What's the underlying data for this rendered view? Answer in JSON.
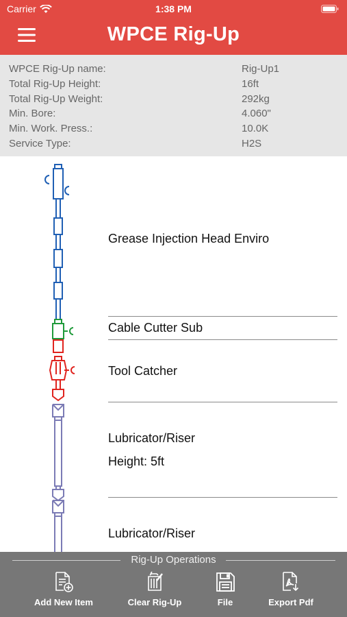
{
  "status": {
    "carrier": "Carrier",
    "time": "1:38 PM"
  },
  "nav": {
    "title": "WPCE Rig-Up"
  },
  "info": {
    "rows": [
      {
        "label": "WPCE Rig-Up name:",
        "value": "Rig-Up1"
      },
      {
        "label": "Total Rig-Up Height:",
        "value": "16ft"
      },
      {
        "label": "Total Rig-Up Weight:",
        "value": "292kg"
      },
      {
        "label": "Min. Bore:",
        "value": "4.060\""
      },
      {
        "label": "Min. Work. Press.:",
        "value": "10.0K"
      },
      {
        "label": "Service Type:",
        "value": "H2S"
      }
    ]
  },
  "items": [
    {
      "name": "Grease Injection Head Enviro"
    },
    {
      "name": "Cable Cutter Sub"
    },
    {
      "name": "Tool Catcher"
    },
    {
      "name": "Lubricator/Riser",
      "height": "Height: 5ft"
    },
    {
      "name": "Lubricator/Riser"
    }
  ],
  "toolbar": {
    "title": "Rig-Up Operations",
    "add_label": "Add New Item",
    "clear_label": "Clear Rig-Up",
    "file_label": "File",
    "export_label": "Export Pdf"
  },
  "colors": {
    "header": "#e24a43",
    "info_bg": "#e6e6e6",
    "toolbar_bg": "#777777",
    "grease_head": "#1f5fb4",
    "cable_cutter": "#1f9a3a",
    "tool_catcher": "#e0231e",
    "lubricator": "#7b7bb5"
  }
}
